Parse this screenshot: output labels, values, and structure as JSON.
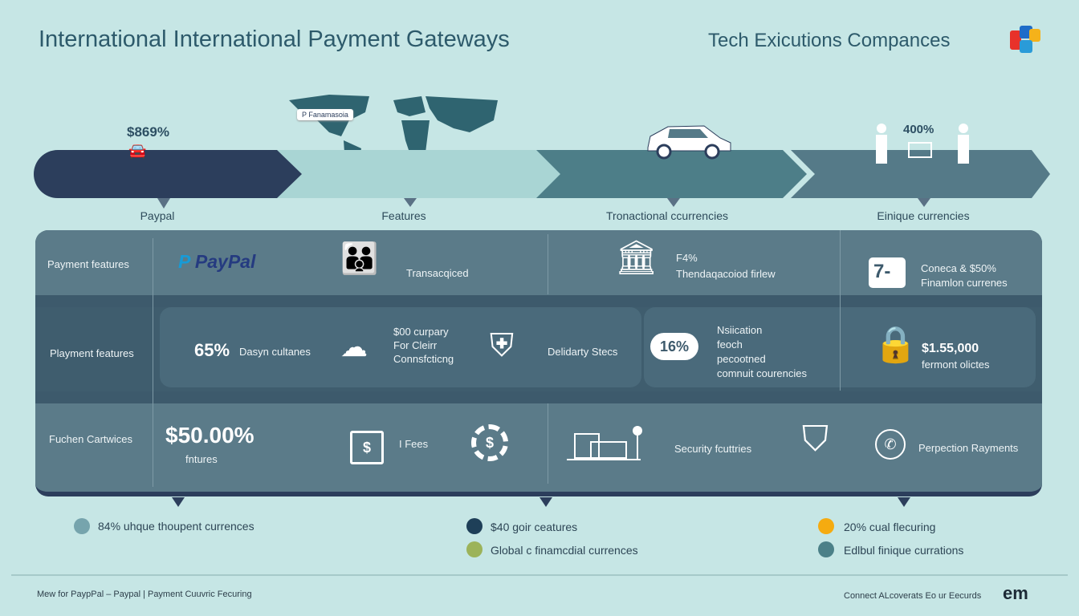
{
  "header": {
    "title": "International International Payment Gateways",
    "right_title": "Tech Exicutions Compances"
  },
  "timeline": {
    "badge": "P Fanamasoia",
    "steps": [
      {
        "label": "Paypal",
        "stat": "$869%"
      },
      {
        "label": "Features"
      },
      {
        "label": "Tronactional ccurrencies"
      },
      {
        "label": "Einique currencies",
        "stat": "400%"
      }
    ]
  },
  "panel": {
    "row1": {
      "label": "Payment features",
      "brand": "PayPal",
      "item1": "Transacqiced",
      "item2_stat": "F4%",
      "item2": "Thendaqacoiod firlew",
      "item3_stat": "Coneca & $50%",
      "item3": "Finamlon currenes"
    },
    "row2": {
      "label": "Playment features",
      "stat1": "65%",
      "stat1_text": "Dasyn cultanes",
      "cloud_lines": [
        "$00 curpary",
        "For Cleirr",
        "Connsfcticng"
      ],
      "shield_text": "Delidarty Stecs",
      "cloud_stat": "16%",
      "lines2": [
        "Nsiication",
        "feoch",
        "pecootned",
        "comnuit courencies"
      ],
      "amount": "$1.55,000",
      "amount_text": "fermont olictes"
    },
    "row3": {
      "label": "Fuchen Cartwices",
      "stat": "$50.00%",
      "stat_text": "fntures",
      "fees": "I Fees",
      "security": "Security fcuttries",
      "payments": "Perpection Rayments"
    }
  },
  "legend": [
    {
      "text": "84% uhque thoupent currences",
      "color": "#76a4ad"
    },
    {
      "text": "$40 goir ceatures",
      "color": "#1e3f58"
    },
    {
      "text": "Global c finamcdial currences",
      "color": "#9cb35a"
    },
    {
      "text": "20% cual flecuring",
      "color": "#f5ab10"
    },
    {
      "text": "Edlbul finique currations",
      "color": "#4b8088"
    }
  ],
  "footer": {
    "left": "Mew for PaypPal – Paypal | Payment Cuuvric Fecuring",
    "right": "Connect ALcoverats Eo ur Eecurds",
    "logo_text": "em"
  },
  "colors": {
    "navy": "#2c3e5c",
    "teal": "#4d7e88",
    "background": "#c6e6e5",
    "title": "#2d5a6b"
  }
}
